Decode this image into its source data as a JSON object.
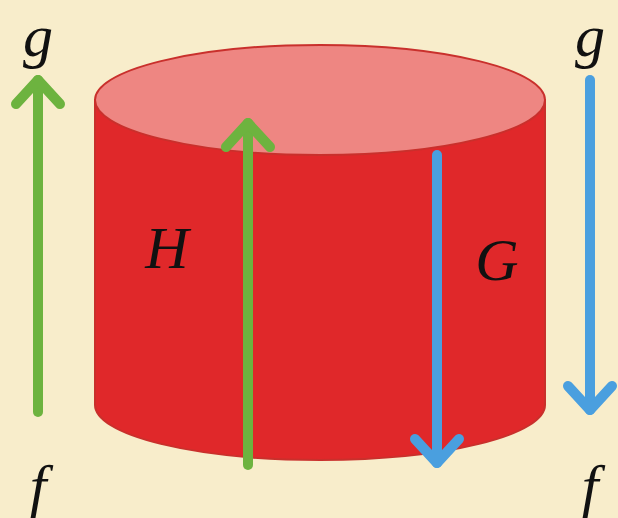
{
  "diagram": {
    "nodes": [
      {
        "text": [
          "H",
          "G"
        ]
      }
    ],
    "labels": [
      "g",
      "g",
      "f",
      "f"
    ]
  }
}
